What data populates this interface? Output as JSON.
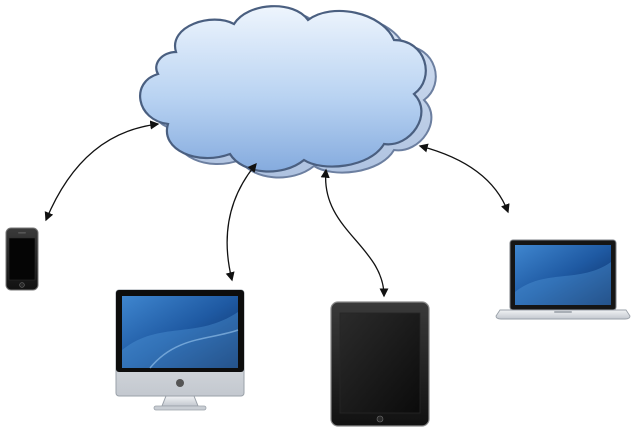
{
  "diagram": {
    "hub": {
      "icon": "cloud-icon"
    },
    "devices": [
      {
        "id": "phone",
        "icon": "smartphone-icon"
      },
      {
        "id": "desktop",
        "icon": "desktop-monitor-icon"
      },
      {
        "id": "tablet",
        "icon": "tablet-icon"
      },
      {
        "id": "laptop",
        "icon": "laptop-icon"
      }
    ],
    "connections": [
      {
        "from": "cloud",
        "to": "phone",
        "direction": "bidirectional"
      },
      {
        "from": "cloud",
        "to": "desktop",
        "direction": "bidirectional"
      },
      {
        "from": "cloud",
        "to": "tablet",
        "direction": "bidirectional"
      },
      {
        "from": "cloud",
        "to": "laptop",
        "direction": "bidirectional"
      }
    ],
    "colors": {
      "cloud_fill_top": "#e8f1fb",
      "cloud_fill_bottom": "#8fb5e6",
      "cloud_stroke": "#4a5f80",
      "device_body": "#1b1b1b",
      "screen_top": "#2f6fb7",
      "screen_bottom": "#0b2c61",
      "aluminum": "#d9dde2",
      "arrow": "#1a1a1a"
    }
  }
}
